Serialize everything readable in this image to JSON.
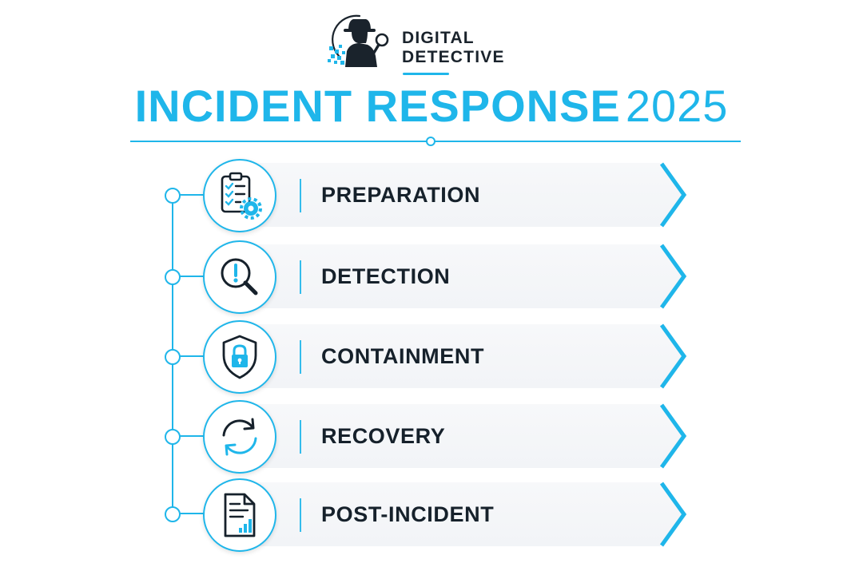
{
  "brand": {
    "line1": "DIGITAL",
    "line2": "DETECTIVE",
    "icon": "detective-with-magnifier-icon"
  },
  "title": {
    "main": "INCIDENT RESPONSE",
    "year": "2025"
  },
  "colors": {
    "accent": "#1fb6ea",
    "text_dark": "#16212b",
    "bar_fill": "#f4f5f7"
  },
  "steps": [
    {
      "label": "PREPARATION",
      "icon": "checklist-gear-icon"
    },
    {
      "label": "DETECTION",
      "icon": "magnifier-alert-icon"
    },
    {
      "label": "CONTAINMENT",
      "icon": "shield-lock-icon"
    },
    {
      "label": "RECOVERY",
      "icon": "refresh-arrows-icon"
    },
    {
      "label": "POST-INCIDENT",
      "icon": "report-chart-icon"
    }
  ]
}
